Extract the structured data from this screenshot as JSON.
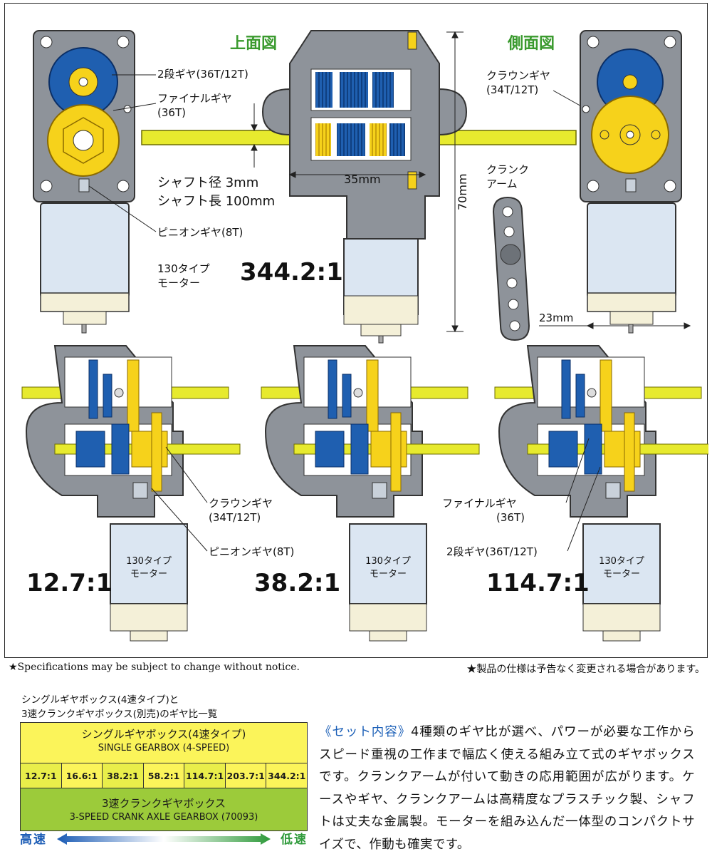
{
  "views": {
    "top_view": "上面図",
    "side_view": "側面図"
  },
  "main_diagram": {
    "labels": {
      "two_stage_gear": "2段ギヤ(36T/12T)",
      "final_gear_line1": "ファイナルギヤ",
      "final_gear_line2": "(36T)",
      "shaft_diameter": "シャフト径 3mm",
      "shaft_length": "シャフト長 100mm",
      "pinion_gear": "ピニオンギヤ(8T)",
      "motor_line1": "130タイプ",
      "motor_line2": "モーター",
      "crown_gear_line1": "クラウンギヤ",
      "crown_gear_line2": "(34T/12T)",
      "crank_arm_line1": "クランク",
      "crank_arm_line2": "アーム"
    },
    "dimensions": {
      "width": "35mm",
      "height": "70mm",
      "depth": "23mm"
    },
    "ratio": "344.2:1"
  },
  "sub_diagrams": {
    "ratios": [
      "12.7:1",
      "38.2:1",
      "114.7:1"
    ],
    "motor_line1": "130タイプ",
    "motor_line2": "モーター",
    "labels": {
      "crown_gear_line1": "クラウンギヤ",
      "crown_gear_line2": "(34T/12T)",
      "pinion_gear": "ピニオンギヤ(8T)",
      "final_gear_line1": "ファイナルギヤ",
      "final_gear_line2": "(36T)",
      "two_stage_gear": "2段ギヤ(36T/12T)"
    }
  },
  "notices": {
    "english": "★Specifications may be subject to change without notice.",
    "japanese": "★製品の仕様は予告なく変更される場合があります。"
  },
  "ratio_table": {
    "caption_line1": "シングルギヤボックス(4速タイプ)と",
    "caption_line2": "3速クランクギヤボックス(別売)のギヤ比一覧",
    "single_jp": "シングルギヤボックス(4速タイプ)",
    "single_en": "SINGLE GEARBOX (4-SPEED)",
    "crank_jp": "3速クランクギヤボックス",
    "crank_en": "3-SPEED CRANK AXLE GEARBOX (70093)",
    "ratios": [
      "12.7:1",
      "16.6:1",
      "38.2:1",
      "58.2:1",
      "114.7:1",
      "203.7:1",
      "344.2:1"
    ],
    "speed_high": "高速",
    "speed_low": "低速"
  },
  "description": {
    "heading": "《セット内容》",
    "body": "4種類のギヤ比が選べ、パワーが必要な工作からスピード重視の工作まで幅広く使える組み立て式のギヤボックスです。クランクアームが付いて動きの応用範囲が広がります。ケースやギヤ、クランクアームは高精度なプラスチック製、シャフトは丈夫な金属製。モーターを組み込んだ一体型のコンパクトサイズで、作動も確実です。"
  },
  "colors": {
    "gear_blue": "#1f5fb0",
    "gear_yellow": "#f6d21b",
    "case_gray": "#8e939a",
    "motor_blue": "#dbe6f2",
    "shaft_yellow": "#e7ea2e",
    "heading_green": "#3a9a2e",
    "table_yellow": "#fbf45a",
    "table_green": "#9ccb3a"
  }
}
